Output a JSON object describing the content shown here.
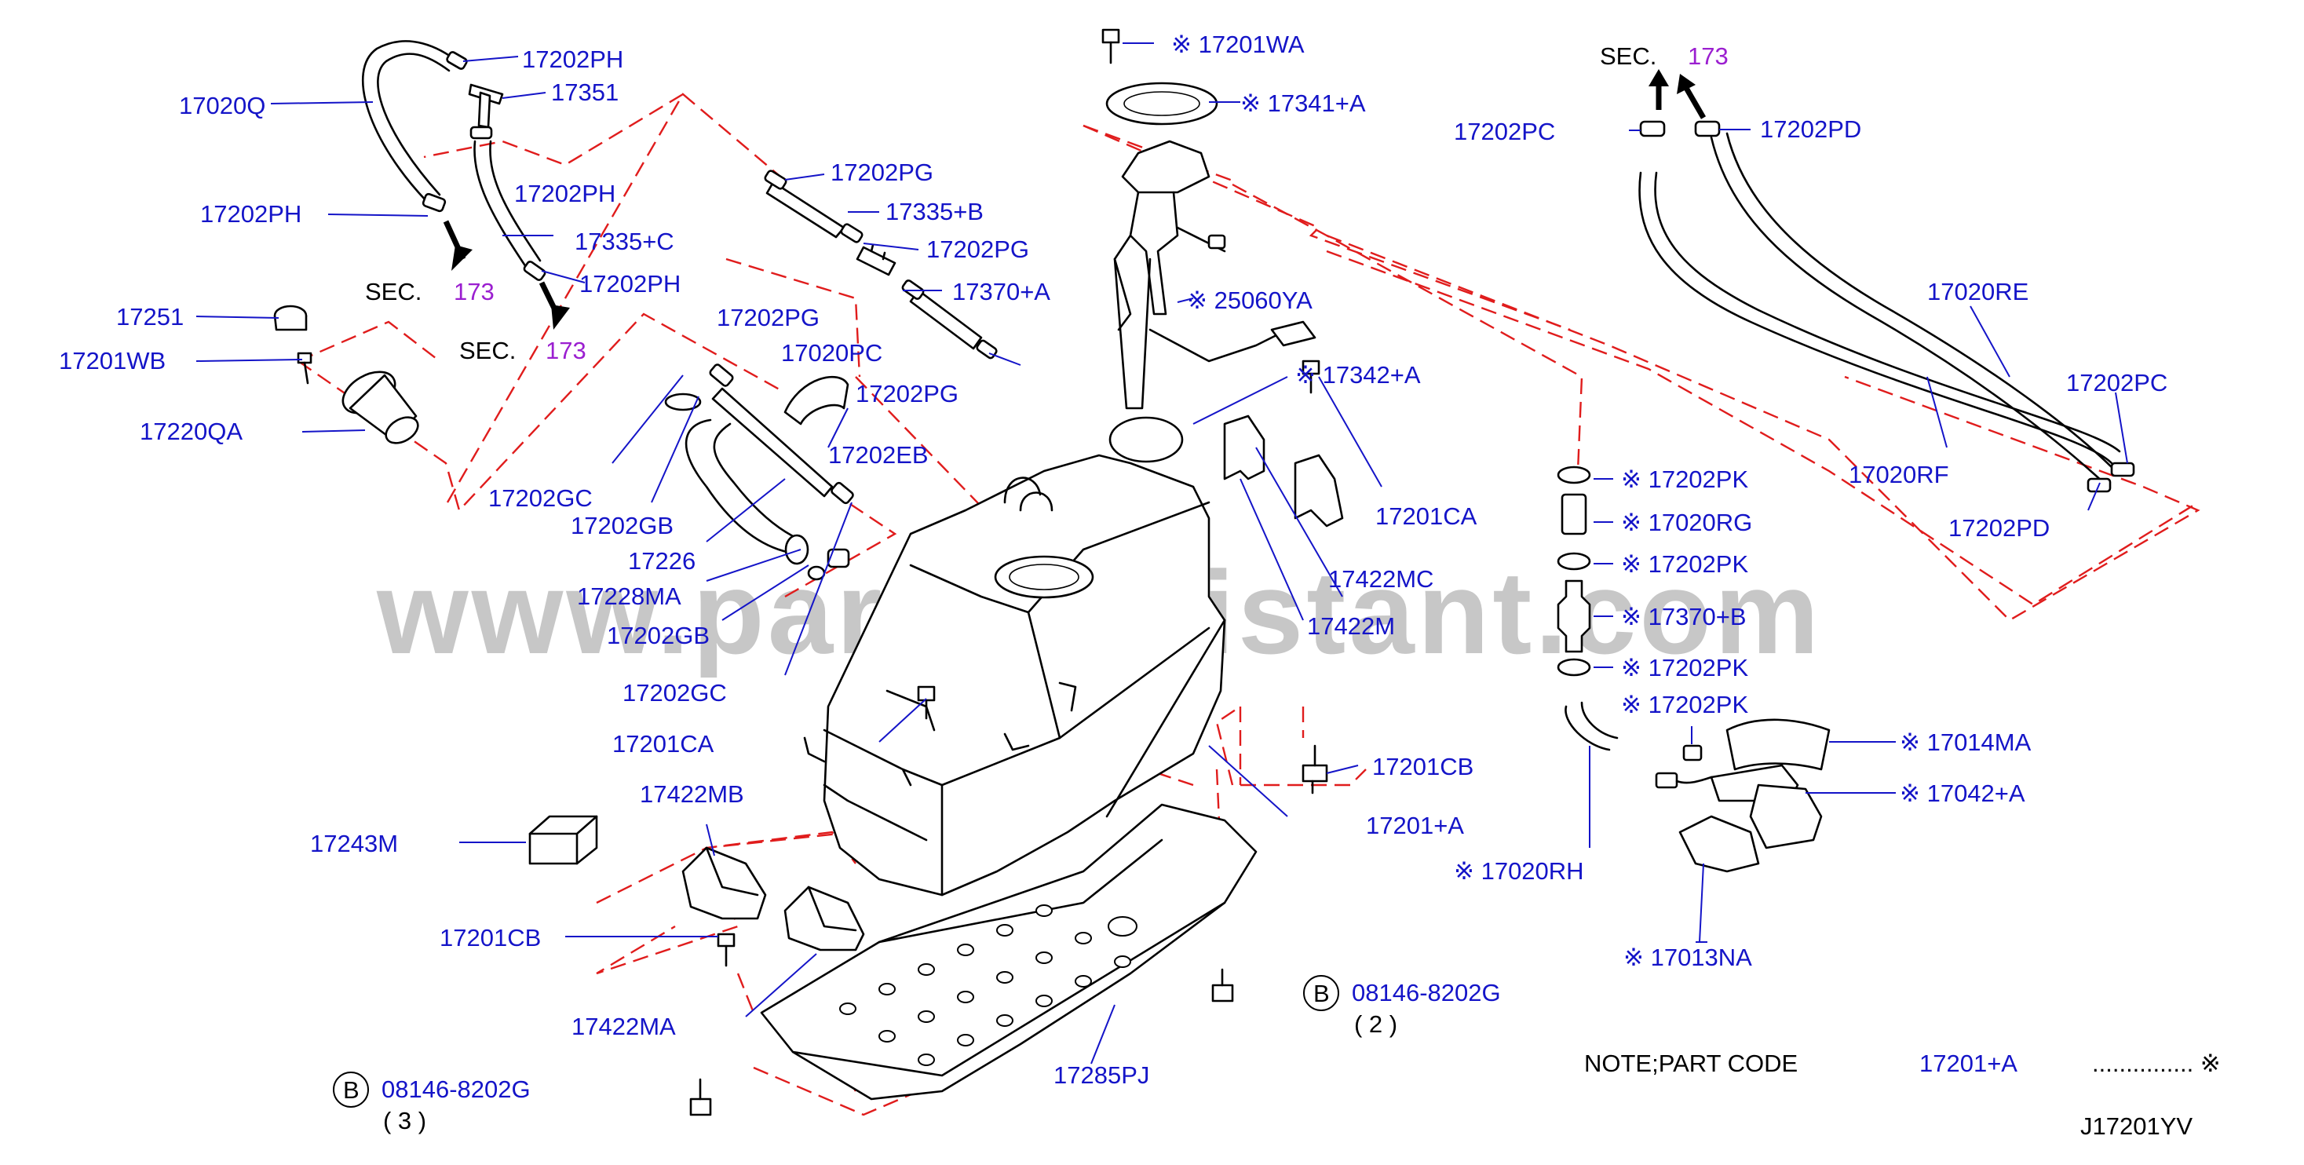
{
  "diagram": {
    "watermark": "www.partsassistant.com",
    "diagram_code": "J17201YV",
    "note": {
      "text": "NOTE;PART   CODE",
      "code": "17201+A",
      "dots": "............... ※"
    },
    "sec_refs": [
      {
        "prefix": "SEC.",
        "number": "173"
      },
      {
        "prefix": "SEC.",
        "number": "173"
      },
      {
        "prefix": "SEC.",
        "number": "173"
      }
    ],
    "circle_letter": "B",
    "bolt_refs": [
      {
        "part": "08146-8202G",
        "qty": "( 2 )"
      },
      {
        "part": "08146-8202G",
        "qty": "( 3 )"
      }
    ],
    "labels": [
      "17020Q",
      "17202PH",
      "17351",
      "17202PH",
      "17202PH",
      "17335+C",
      "17202PH",
      "17202PG",
      "17335+B",
      "17202PG",
      "17370+A",
      "17202PG",
      "17020PC",
      "17202PG",
      "17251",
      "17201WB",
      "17220QA",
      "17202GC",
      "17202GB",
      "17226",
      "17228MA",
      "17202GB",
      "17202GC",
      "17202EB",
      "※ 17201WA",
      "※ 17341+A",
      "※ 25060YA",
      "※ 17342+A",
      "17201CA",
      "17422MC",
      "17422M",
      "17201CA",
      "17201CB",
      "17201+A",
      "17243M",
      "17422MB",
      "17201CB",
      "17422MA",
      "17285PJ",
      "17202PC",
      "17202PD",
      "17020RE",
      "17202PC",
      "17020RF",
      "17202PD",
      "※ 17202PK",
      "※ 17020RG",
      "※ 17202PK",
      "※ 17370+B",
      "※ 17202PK",
      "※ 17202PK",
      "※ 17014MA",
      "※ 17042+A",
      "※ 17020RH",
      "※ 17013NA"
    ]
  }
}
